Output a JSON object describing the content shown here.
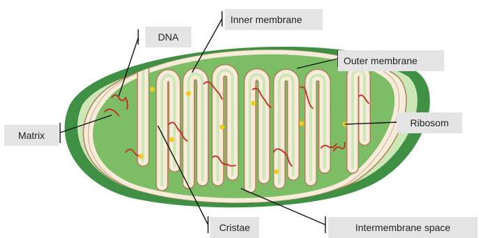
{
  "labels": {
    "dna": "DNA",
    "inner_membrane": "Inner membrane",
    "outer_membrane": "Outer membrane",
    "ribosome": "Ribosom",
    "matrix": "Matrix",
    "cristae": "Cristae",
    "intermembrane_space": "Intermembrane space"
  },
  "colors": {
    "outer_membrane": "#3f8f45",
    "intermembrane_space": "#cde7b8",
    "inner_membrane_fill": "#f6ecd9",
    "inner_membrane_stroke": "#a98055",
    "matrix": "#7cbd66",
    "dna": "#c7271d",
    "ribosome": "#f2cc1d",
    "leader_line": "#111111",
    "label_bg": "#e4e4e4"
  }
}
